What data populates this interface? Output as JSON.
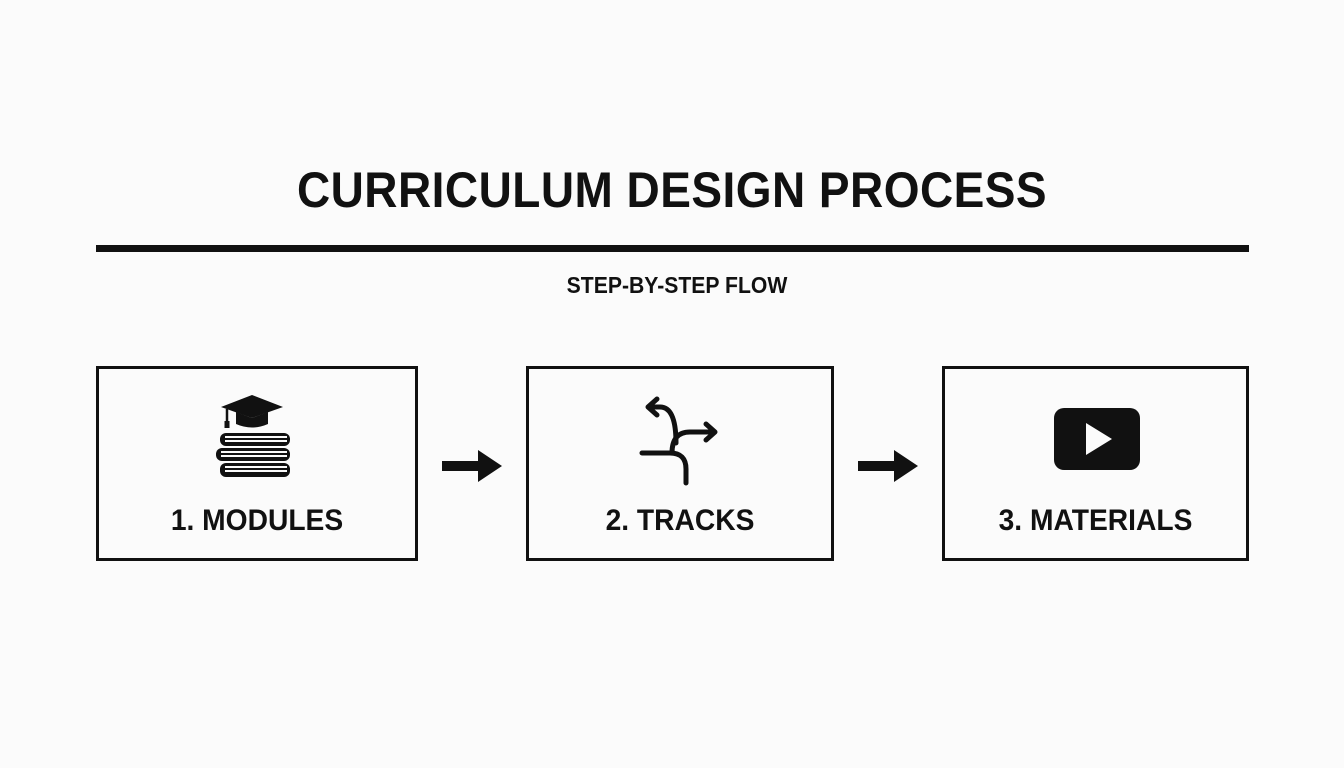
{
  "title": "CURRICULUM DESIGN PROCESS",
  "subtitle": "STEP-BY-STEP FLOW",
  "steps": [
    {
      "label": "1. MODULES",
      "icon": "books-with-graduation-cap-icon"
    },
    {
      "label": "2. TRACKS",
      "icon": "branching-paths-icon"
    },
    {
      "label": "3. MATERIALS",
      "icon": "video-play-icon"
    }
  ],
  "connectors": [
    {
      "icon": "arrow-right-icon"
    },
    {
      "icon": "arrow-right-icon"
    }
  ],
  "colors": {
    "ink": "#111111",
    "background": "#fbfbfb"
  }
}
